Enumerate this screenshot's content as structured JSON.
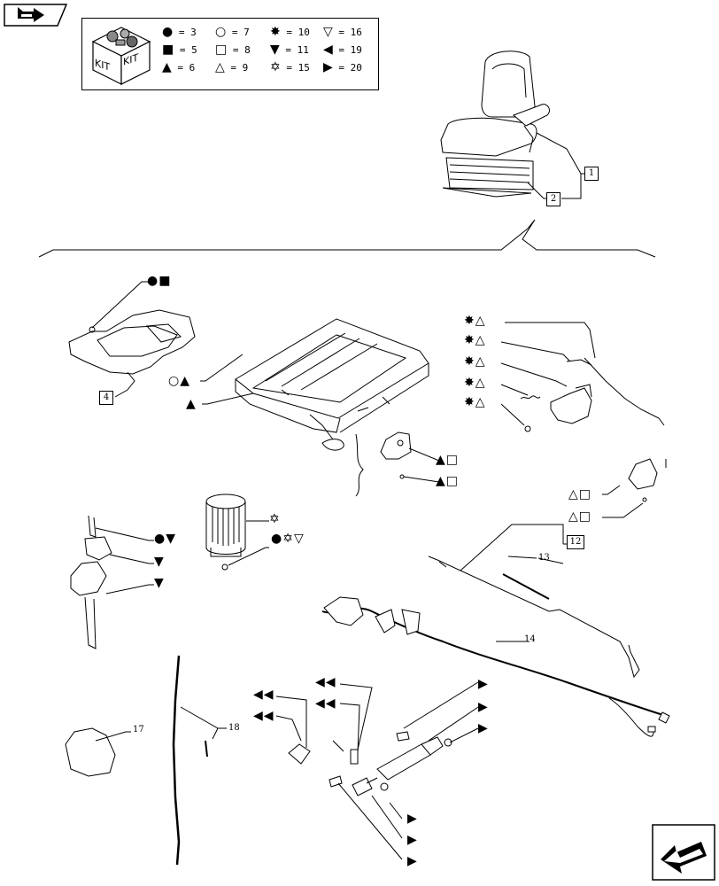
{
  "legend": {
    "kit_label": "KIT",
    "entries": [
      {
        "symbol": "●",
        "value": "3"
      },
      {
        "symbol": "■",
        "value": "5"
      },
      {
        "symbol": "▲",
        "value": "6"
      },
      {
        "symbol": "○",
        "value": "7"
      },
      {
        "symbol": "□",
        "value": "8"
      },
      {
        "symbol": "△",
        "value": "9"
      },
      {
        "symbol": "✸",
        "value": "10"
      },
      {
        "symbol": "▼",
        "value": "11"
      },
      {
        "symbol": "✡",
        "value": "15"
      },
      {
        "symbol": "▽",
        "value": "16"
      },
      {
        "symbol": "◀",
        "value": "19"
      },
      {
        "symbol": "▶",
        "value": "20"
      }
    ]
  },
  "part_numbers": {
    "box1": "1",
    "box2": "2",
    "box4": "4",
    "box12": "12",
    "n13": "13",
    "n14": "14",
    "n17": "17",
    "n18": "18"
  },
  "callouts": {
    "pan_screw": "●■",
    "frame_a": "○▲",
    "frame_b": "▲",
    "bracket_a": "▲□",
    "bracket_b": "▲□",
    "spring_1": "✸△",
    "spring_2": "✸△",
    "spring_3": "✸△",
    "spring_4": "✸△",
    "spring_5": "✸△",
    "lever_a": "△□",
    "lever_b": "△□",
    "air_a": "✡",
    "air_b": "●✡▽",
    "handle_a": "●▼",
    "handle_b": "▼",
    "handle_c": "▼",
    "damper_l1": "◀◀",
    "damper_l2": "◀◀",
    "damper_l3": "◀◀",
    "damper_l4": "◀◀",
    "damper_r1": "▶",
    "damper_r2": "▶",
    "damper_r3": "▶",
    "damper_b1": "▶",
    "damper_b2": "▶",
    "damper_b3": "▶"
  },
  "icons": {
    "top_left": "back-arrow-icon",
    "bottom_right": "next-arrow-icon"
  }
}
